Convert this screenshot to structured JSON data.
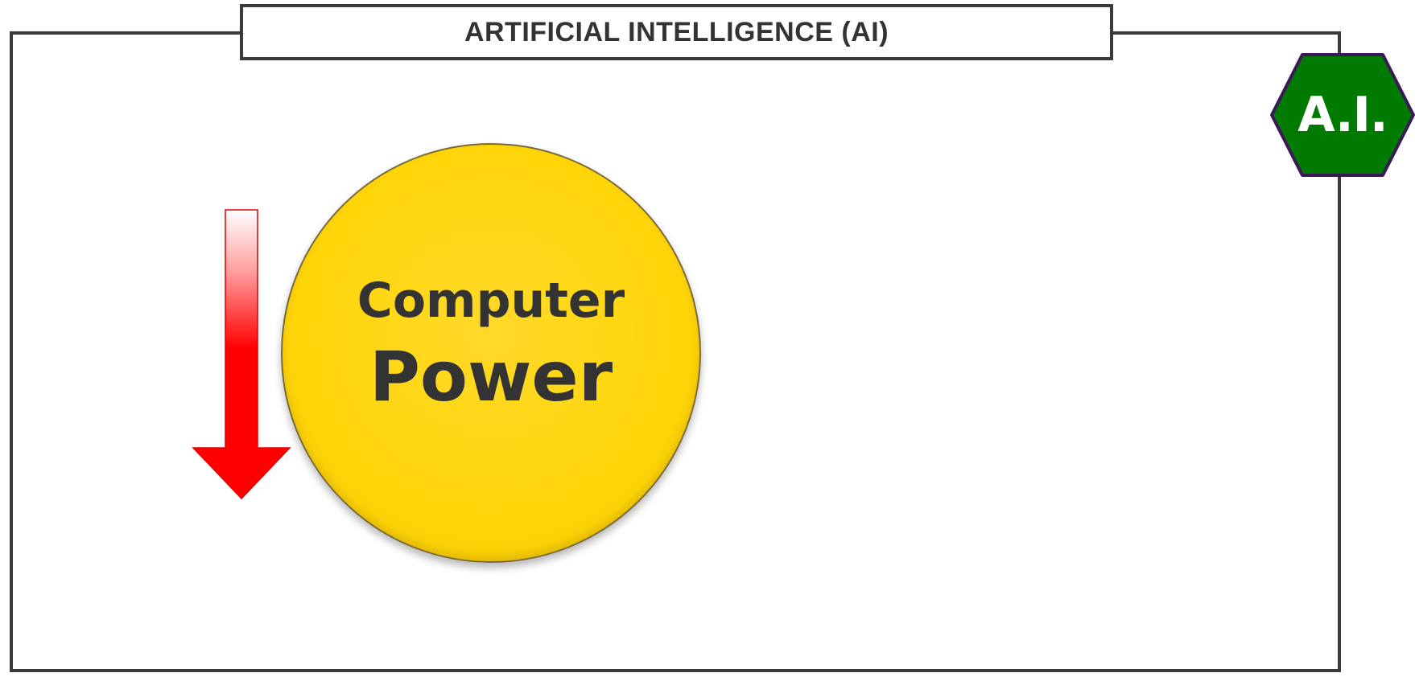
{
  "header": {
    "title": "ARTIFICIAL INTELLIGENCE (AI)"
  },
  "badge": {
    "label": "A.I.",
    "fill_color": "#007a00",
    "border_color": "#3a1a55"
  },
  "circle": {
    "line1": "Computer",
    "line2": "Power",
    "fill_color": "#ffd60a"
  },
  "arrow": {
    "direction": "down",
    "color": "#ff0000"
  }
}
